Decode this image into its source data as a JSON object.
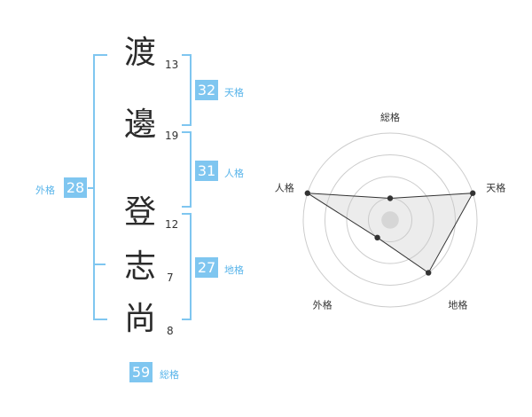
{
  "characters": [
    {
      "char": "渡",
      "strokes": "13"
    },
    {
      "char": "邊",
      "strokes": "19"
    },
    {
      "char": "登",
      "strokes": "12"
    },
    {
      "char": "志",
      "strokes": "7"
    },
    {
      "char": "尚",
      "strokes": "8"
    }
  ],
  "fortunes": {
    "tenkaku": {
      "value": "32",
      "label": "天格"
    },
    "jinkaku": {
      "value": "31",
      "label": "人格"
    },
    "chikaku": {
      "value": "27",
      "label": "地格"
    },
    "gaikaku": {
      "value": "28",
      "label": "外格"
    },
    "soukaku": {
      "value": "59",
      "label": "総格"
    }
  },
  "chart_data": {
    "type": "radar",
    "axes": [
      "総格",
      "天格",
      "地格",
      "外格",
      "人格"
    ],
    "rings": 4,
    "values": [
      1,
      4,
      3,
      1,
      4
    ],
    "max": 4
  }
}
